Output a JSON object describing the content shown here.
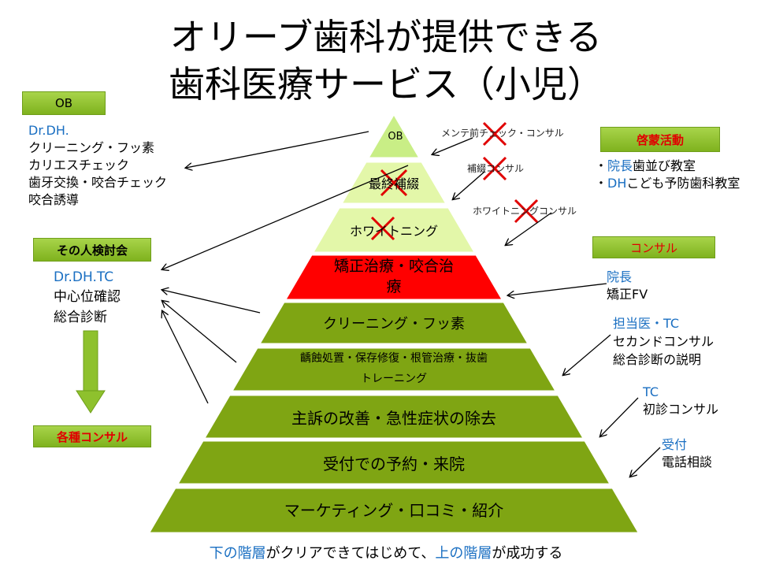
{
  "title": {
    "line1": "オリーブ歯科が提供できる",
    "line2": "歯科医療サービス（小児）"
  },
  "pyramid": {
    "tiers": [
      {
        "label": "OB",
        "color": "#c9ee86",
        "crossed": false
      },
      {
        "label": "最終補綴",
        "color": "#e3f7a9",
        "crossed": true
      },
      {
        "label": "ホワイトニング",
        "color": "#e3f7a9",
        "crossed": true
      },
      {
        "label_line1": "矯正治療・咬合治",
        "label_line2": "療",
        "color": "#ff0000",
        "crossed": false
      },
      {
        "label": "クリーニング・フッ素",
        "color": "#7fa513",
        "crossed": false
      },
      {
        "label_line1": "齲蝕処置・保存修復・根管治療・抜歯",
        "label_line2": "トレーニング",
        "color": "#7fa513",
        "crossed": false
      },
      {
        "label": "主訴の改善・急性症状の除去",
        "color": "#7fa513",
        "crossed": false
      },
      {
        "label": "受付での予約・来院",
        "color": "#7fa513",
        "crossed": false
      },
      {
        "label": "マーケティング・口コミ・紹介",
        "color": "#7fa513",
        "crossed": false
      }
    ]
  },
  "left": {
    "ob_box": "OB",
    "ob_staff": "Dr.DH.",
    "ob_items": [
      "クリーニング・フッ素",
      "カリエスチェック",
      "歯牙交換・咬合チェック",
      "咬合誘導"
    ],
    "review_box": "その人検討会",
    "review_staff": "Dr.DH.TC",
    "review_items": [
      "中心位確認",
      "総合診断"
    ],
    "consult_box": "各種コンサル"
  },
  "right": {
    "mente": "メンテ前チェック・コンサル",
    "hotetsu": "補綴コンサル",
    "whitening": "ホワイトニングコンサル",
    "keimo_box": "啓蒙活動",
    "keimo_items": [
      {
        "prefix": "・",
        "role": "院長",
        "text": "歯並び教室"
      },
      {
        "prefix": "・",
        "role": "DH",
        "text": "こども予防歯科教室"
      }
    ],
    "consul_box": "コンサル",
    "incho_role": "院長",
    "incho_text": "矯正FV",
    "tanto_role": "担当医・TC",
    "tanto_lines": [
      "セカンドコンサル",
      "総合診断の説明"
    ],
    "tc_role": "TC",
    "tc_text": "初診コンサル",
    "uketsuke_role": "受付",
    "uketsuke_text": "電話相談"
  },
  "footer": {
    "part1": "下の階層",
    "part2": "がクリアできてはじめて、",
    "part3": "上の階層",
    "part4": "が成功する"
  },
  "colors": {
    "accent_blue": "#1a6fc2",
    "accent_red": "#e00000",
    "box_green": "#94c832"
  }
}
